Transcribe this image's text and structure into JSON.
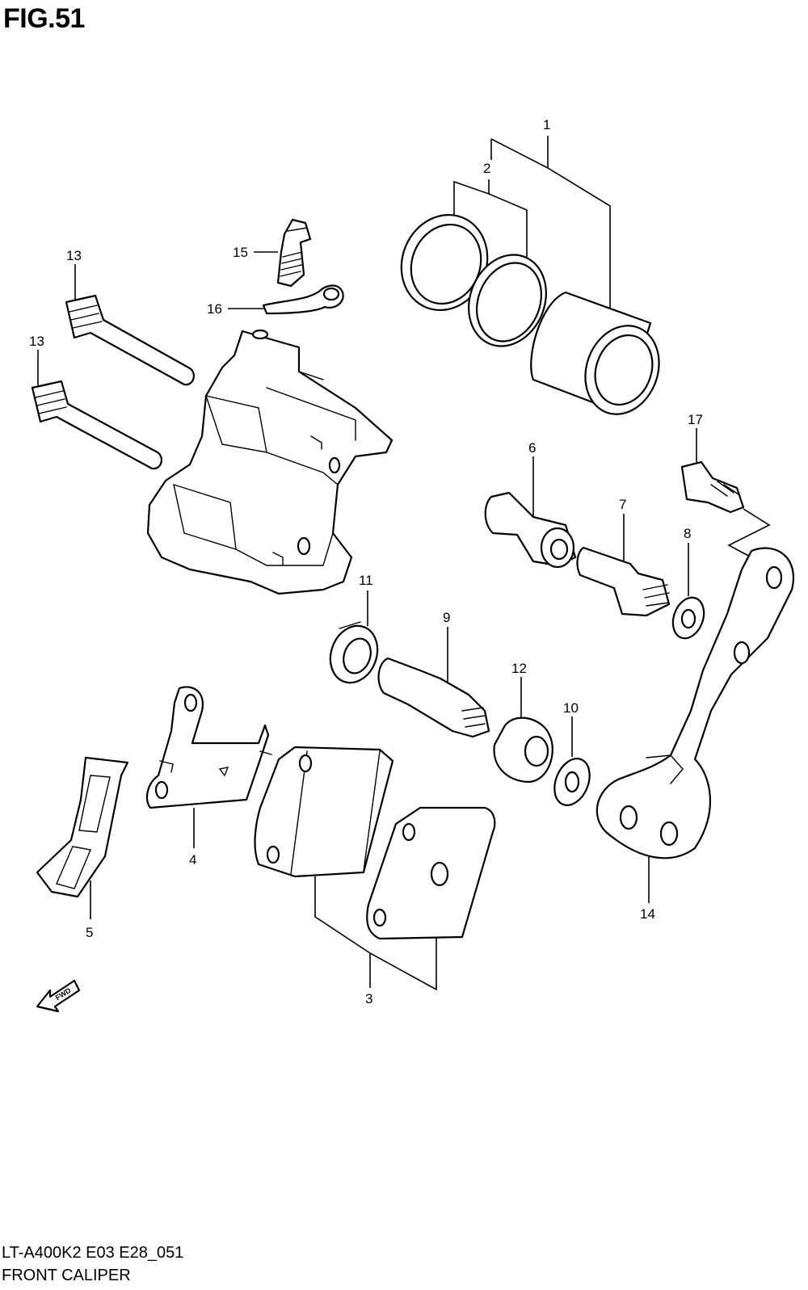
{
  "figure": {
    "title": "FIG.51"
  },
  "callouts": {
    "c1": "1",
    "c2": "2",
    "c3": "3",
    "c4": "4",
    "c5": "5",
    "c6": "6",
    "c7": "7",
    "c8": "8",
    "c9": "9",
    "c10": "10",
    "c11": "11",
    "c12": "12",
    "c13a": "13",
    "c13b": "13",
    "c14": "14",
    "c15": "15",
    "c16": "16",
    "c17": "17"
  },
  "direction_marker": {
    "label": "FWD"
  },
  "footer": {
    "code": "LT-A400K2 E03 E28_051",
    "name": "FRONT CALIPER"
  }
}
